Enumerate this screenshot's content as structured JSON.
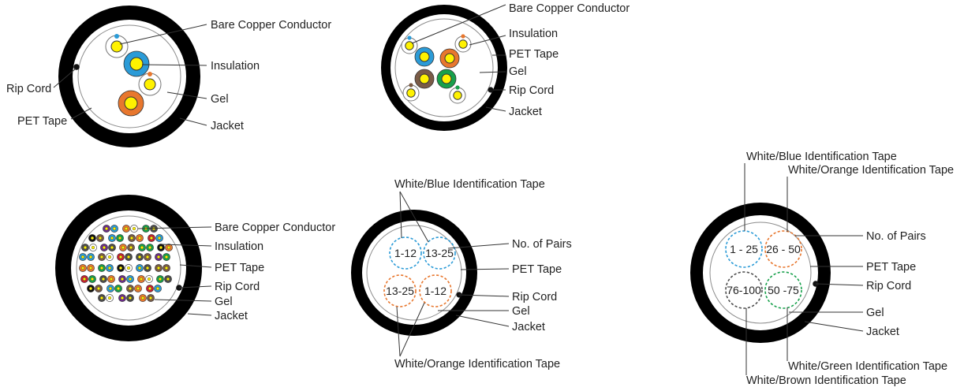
{
  "colors": {
    "jacket": "#000000",
    "tape": "#8c8c8c",
    "conductor": "#fff200",
    "blue": "#2b9bd7",
    "orange": "#e8772e",
    "green": "#17a04b",
    "brown": "#7a5b47",
    "slate": "#4d4d4d",
    "white": "#ffffff",
    "black": "#111111",
    "purple": "#6b2d8a",
    "red": "#c8202f"
  },
  "cable_1": {
    "bare_copper_conductor": "Bare Copper Conductor",
    "insulation": "Insulation",
    "gel": "Gel",
    "jacket": "Jacket",
    "rip_cord": "Rip Cord",
    "pet_tape": "PET Tape"
  },
  "cable_2": {
    "bare_copper_conductor": "Bare Copper Conductor",
    "insulation": "Insulation",
    "pet_tape": "PET Tape",
    "gel": "Gel",
    "rip_cord": "Rip Cord",
    "jacket": "Jacket"
  },
  "cable_3": {
    "bare_copper_conductor": "Bare Copper Conductor",
    "insulation": "Insulation",
    "pet_tape": "PET Tape",
    "rip_cord": "Rip Cord",
    "gel": "Gel",
    "jacket": "Jacket"
  },
  "cable_4": {
    "white_blue_tape": "White/Blue Identification Tape",
    "no_of_pairs": "No. of Pairs",
    "pet_tape": "PET Tape",
    "rip_cord": "Rip Cord",
    "gel": "Gel",
    "jacket": "Jacket",
    "white_orange_tape": "White/Orange Identification Tape",
    "pair_groups": [
      "1-12",
      "13-25",
      "13-25",
      "1-12"
    ]
  },
  "cable_5": {
    "white_blue_tape": "White/Blue Identification Tape",
    "white_orange_tape": "White/Orange Identification Tape",
    "no_of_pairs": "No. of Pairs",
    "pet_tape": "PET Tape",
    "rip_cord": "Rip Cord",
    "gel": "Gel",
    "jacket": "Jacket",
    "white_green_tape": "White/Green Identification Tape",
    "white_brown_tape": "White/Brown Identification Tape",
    "pair_groups": [
      "1 - 25",
      "26 - 50",
      "76-100",
      "50 -75"
    ]
  }
}
